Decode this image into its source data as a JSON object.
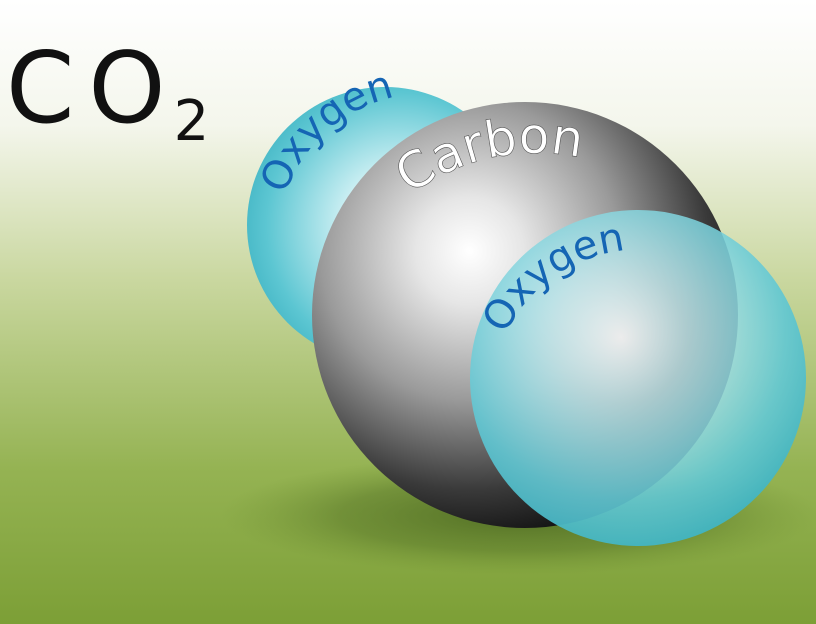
{
  "formula": {
    "main": "CO",
    "subscript": "2"
  },
  "atoms": {
    "oxygen_left": {
      "label": "Oxygen",
      "color": "#5cc6d2"
    },
    "carbon": {
      "label": "Carbon",
      "color": "#2a2a2a"
    },
    "oxygen_right": {
      "label": "Oxygen",
      "color": "#5cc6d2"
    }
  },
  "colors": {
    "background_top": "#ffffff",
    "background_bottom": "#7fa33a",
    "oxygen_label": "#1565b4",
    "carbon_label": "#ffffff"
  }
}
